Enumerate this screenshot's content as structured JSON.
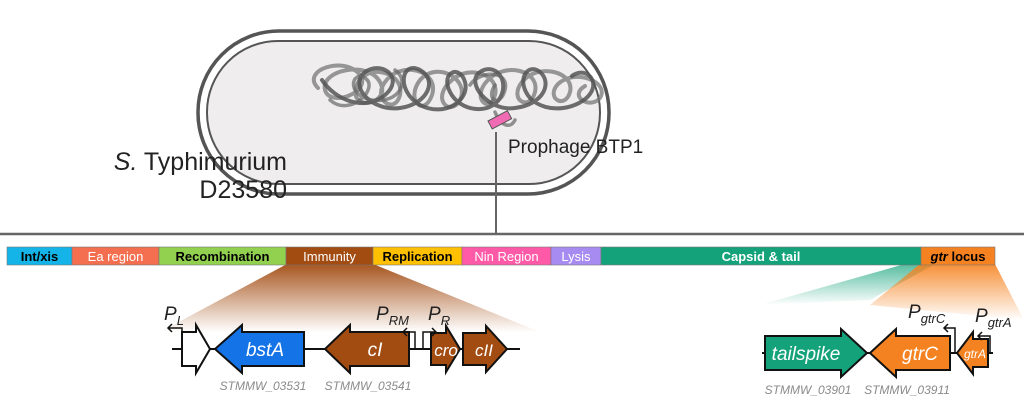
{
  "organism": {
    "species_abbrev": "S.",
    "species_rest": " Typhimurium",
    "strain": "D23580"
  },
  "prophage_label": "Prophage BTP1",
  "colors": {
    "cell_fill": "#efeded",
    "cell_stroke": "#555555",
    "prophage_marker": "#f06bb4",
    "genome_line": "#666666"
  },
  "regions": [
    {
      "label": "Int/xis",
      "color": "#14b4e8",
      "text_color": "#000000",
      "bold": true
    },
    {
      "label": "Ea region",
      "color": "#f36f50",
      "text_color": "#ffffff",
      "bold": false
    },
    {
      "label": "Recombination",
      "color": "#92d050",
      "text_color": "#000000",
      "bold": true
    },
    {
      "label": "Immunity",
      "color": "#a24c12",
      "text_color": "#ffffff",
      "bold": false
    },
    {
      "label": "Replication",
      "color": "#ffc000",
      "text_color": "#000000",
      "bold": true
    },
    {
      "label": "Nin Region",
      "color": "#ff5aa8",
      "text_color": "#ffffff",
      "bold": false
    },
    {
      "label": "Lysis",
      "color": "#a78bf0",
      "text_color": "#ffffff",
      "bold": false
    },
    {
      "label": "Capsid & tail",
      "color": "#13a27a",
      "text_color": "#ffffff",
      "bold": true
    },
    {
      "label_italic": "gtr",
      "label": " locus",
      "color": "#f58220",
      "text_color": "#000000",
      "bold": true
    }
  ],
  "immunity_genes": {
    "promoters": [
      {
        "main": "P",
        "sub": "L"
      },
      {
        "main": "P",
        "sub": "RM"
      },
      {
        "main": "P",
        "sub": "R"
      }
    ],
    "genes": [
      {
        "name": "",
        "direction": "right",
        "color": "#ffffff"
      },
      {
        "name": "bstA",
        "direction": "left",
        "color": "#1473e6",
        "locus": "STMMW_03531"
      },
      {
        "name": "cI",
        "direction": "left",
        "color": "#a24c12",
        "locus": "STMMW_03541"
      },
      {
        "name": "cro",
        "direction": "right",
        "color": "#a24c12"
      },
      {
        "name": "cII",
        "direction": "right",
        "color": "#a24c12"
      }
    ]
  },
  "gtr_genes": {
    "promoters": [
      {
        "main": "P",
        "sub": "gtrC"
      },
      {
        "main": "P",
        "sub": "gtrA"
      }
    ],
    "genes": [
      {
        "name": "tailspike",
        "direction": "right",
        "color": "#13a27a",
        "locus": "STMMW_03901"
      },
      {
        "name": "gtrC",
        "direction": "left",
        "color": "#f58220",
        "locus": "STMMW_03911"
      },
      {
        "name": "gtrA",
        "direction": "left",
        "color": "#f58220"
      }
    ]
  }
}
